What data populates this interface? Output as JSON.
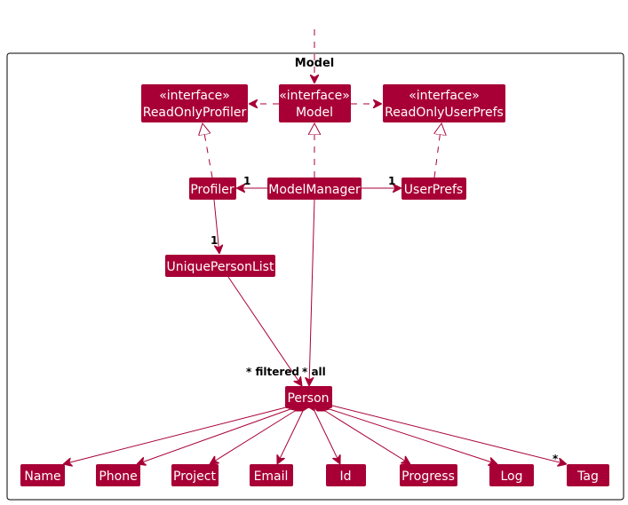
{
  "frame": {
    "title": "Model"
  },
  "classes": {
    "readonly_profiler": {
      "stereotype": "«interface»",
      "name": "ReadOnlyProfiler"
    },
    "model": {
      "stereotype": "«interface»",
      "name": "Model"
    },
    "readonly_userprefs": {
      "stereotype": "«interface»",
      "name": "ReadOnlyUserPrefs"
    },
    "profiler": {
      "name": "Profiler"
    },
    "model_manager": {
      "name": "ModelManager"
    },
    "user_prefs": {
      "name": "UserPrefs"
    },
    "unique_person_list": {
      "name": "UniquePersonList"
    },
    "person": {
      "name": "Person"
    },
    "name": {
      "name": "Name"
    },
    "phone": {
      "name": "Phone"
    },
    "project": {
      "name": "Project"
    },
    "email": {
      "name": "Email"
    },
    "id": {
      "name": "Id"
    },
    "progress": {
      "name": "Progress"
    },
    "log": {
      "name": "Log"
    },
    "tag": {
      "name": "Tag"
    }
  },
  "multiplicities": {
    "manager_to_profiler": "1",
    "manager_to_userprefs": "1",
    "profiler_to_list": "1",
    "filtered": "* filtered",
    "all": "* all",
    "tag": "*"
  },
  "colors": {
    "class_fill": "#A80036",
    "class_text": "#FFFFFF",
    "edge": "#A80036",
    "frame": "#000000"
  }
}
